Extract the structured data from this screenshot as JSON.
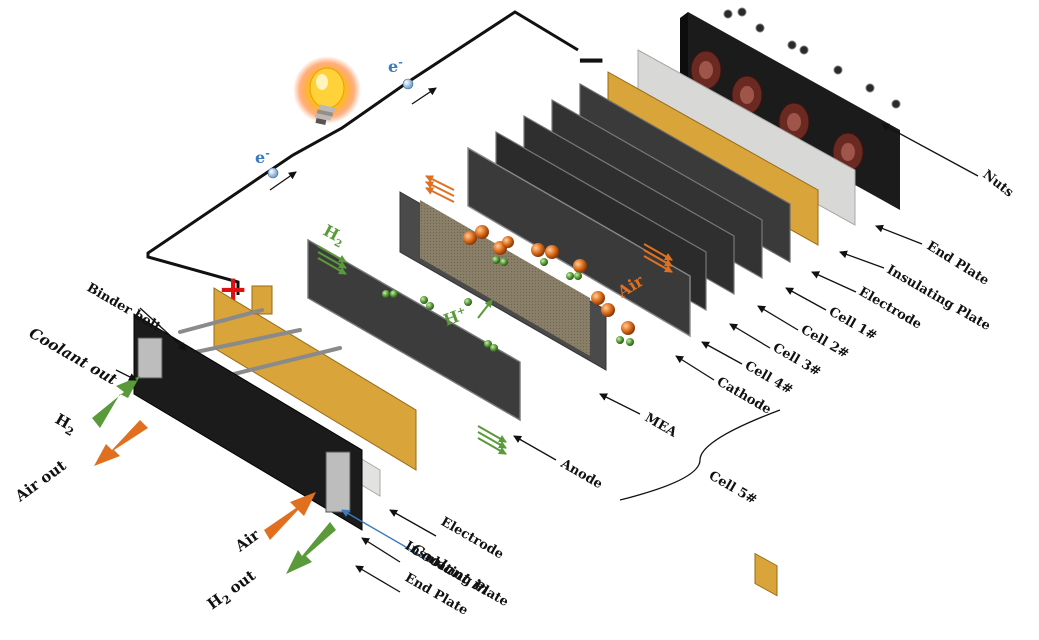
{
  "colors": {
    "hydrogen": "#5a9a3a",
    "air": "#e07020",
    "coolant": "#3a7bbf",
    "gold": "#d9a43a",
    "dark_plate": "#2e2e2e",
    "end_plate": "#1b1b1b",
    "positive": "#e01010",
    "label": "#111111"
  },
  "circuit": {
    "positive_sign": "+",
    "negative_sign": "−",
    "electron_label": "e",
    "electron_superscript": "-",
    "bulb_icon": "light-bulb-icon"
  },
  "labels": {
    "nuts": "Nuts",
    "end_plate_right": "End Plate",
    "insulating_plate_right": "Insulating  Plate",
    "electrode_right": "Electrode",
    "cell_1": "Cell 1#",
    "cell_2": "Cell 2#",
    "cell_3": "Cell 3#",
    "cell_4": "Cell 4#",
    "cathode": "Cathode",
    "mea": "MEA",
    "anode": "Anode",
    "cell_5": "Cell 5#",
    "binder_bolt": "Binder bolt",
    "coolant_out": "Coolant out",
    "h2_in_main": "H",
    "h2_in_sub": "2",
    "air_out": "Air out",
    "air_in": "Air",
    "h2_out_main": "H",
    "h2_out_sub": "2",
    "h2_out_word": " out",
    "coolant_in": "Coolant in",
    "electrode_left": "Electrode",
    "insulating_plate_left": "Insulating Plate",
    "end_plate_left": "End Plate"
  },
  "inline": {
    "h2_main": "H",
    "h2_sub": "2",
    "hplus_main": "H",
    "hplus_sup": "+",
    "air_label": "Air"
  }
}
